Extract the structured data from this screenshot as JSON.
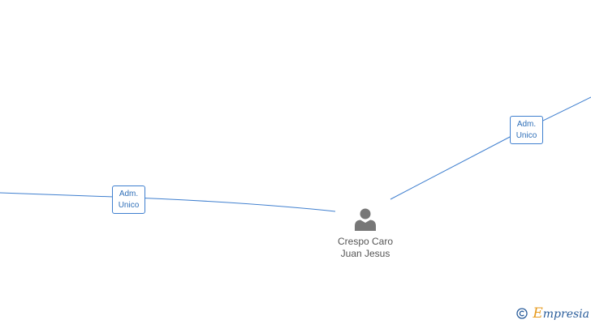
{
  "edges": [
    {
      "label_line1": "Adm.",
      "label_line2": "Unico"
    },
    {
      "label_line1": "Adm.",
      "label_line2": "Unico"
    }
  ],
  "person": {
    "name_line1": "Crespo Caro",
    "name_line2": "Juan Jesus",
    "icon": "person-icon"
  },
  "brand": {
    "copyright_symbol": "©",
    "first_letter": "E",
    "rest": "mpresia"
  },
  "colors": {
    "edge": "#3f7fcf",
    "label_text": "#2f6fb8",
    "person_icon": "#777777",
    "name_text": "#555555",
    "brand_blue": "#2a5d9b",
    "brand_orange": "#e79b1e"
  }
}
